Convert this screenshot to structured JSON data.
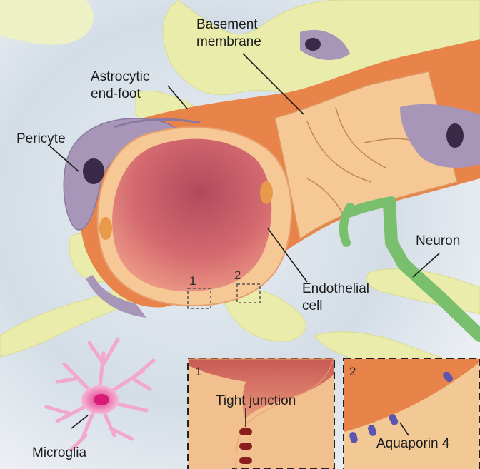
{
  "labels": {
    "basement_membrane": [
      "Basement",
      "membrane"
    ],
    "astrocytic_end_foot": [
      "Astrocytic",
      "end-foot"
    ],
    "pericyte": "Pericyte",
    "neuron": "Neuron",
    "endothelial_cell": [
      "Endothelial",
      "cell"
    ],
    "microglia": "Microglia",
    "marker_1": "1",
    "marker_2": "2"
  },
  "insets": [
    {
      "number": "1",
      "label": "Tight junction"
    },
    {
      "number": "2",
      "label": "Aquaporin 4"
    }
  ],
  "colors": {
    "astrocyte": "#e9ecaa",
    "basement_membrane": "#e8834a",
    "pericyte": "#a896b8",
    "pericyte_nucleus": "#3a2a48",
    "endothelium": "#f6c896",
    "lumen": "#d97076",
    "neuron": "#79bf6e",
    "microglia": "#f0a0c8",
    "tight_junction": "#8a1e1e",
    "aquaporin": "#5a55b0"
  }
}
